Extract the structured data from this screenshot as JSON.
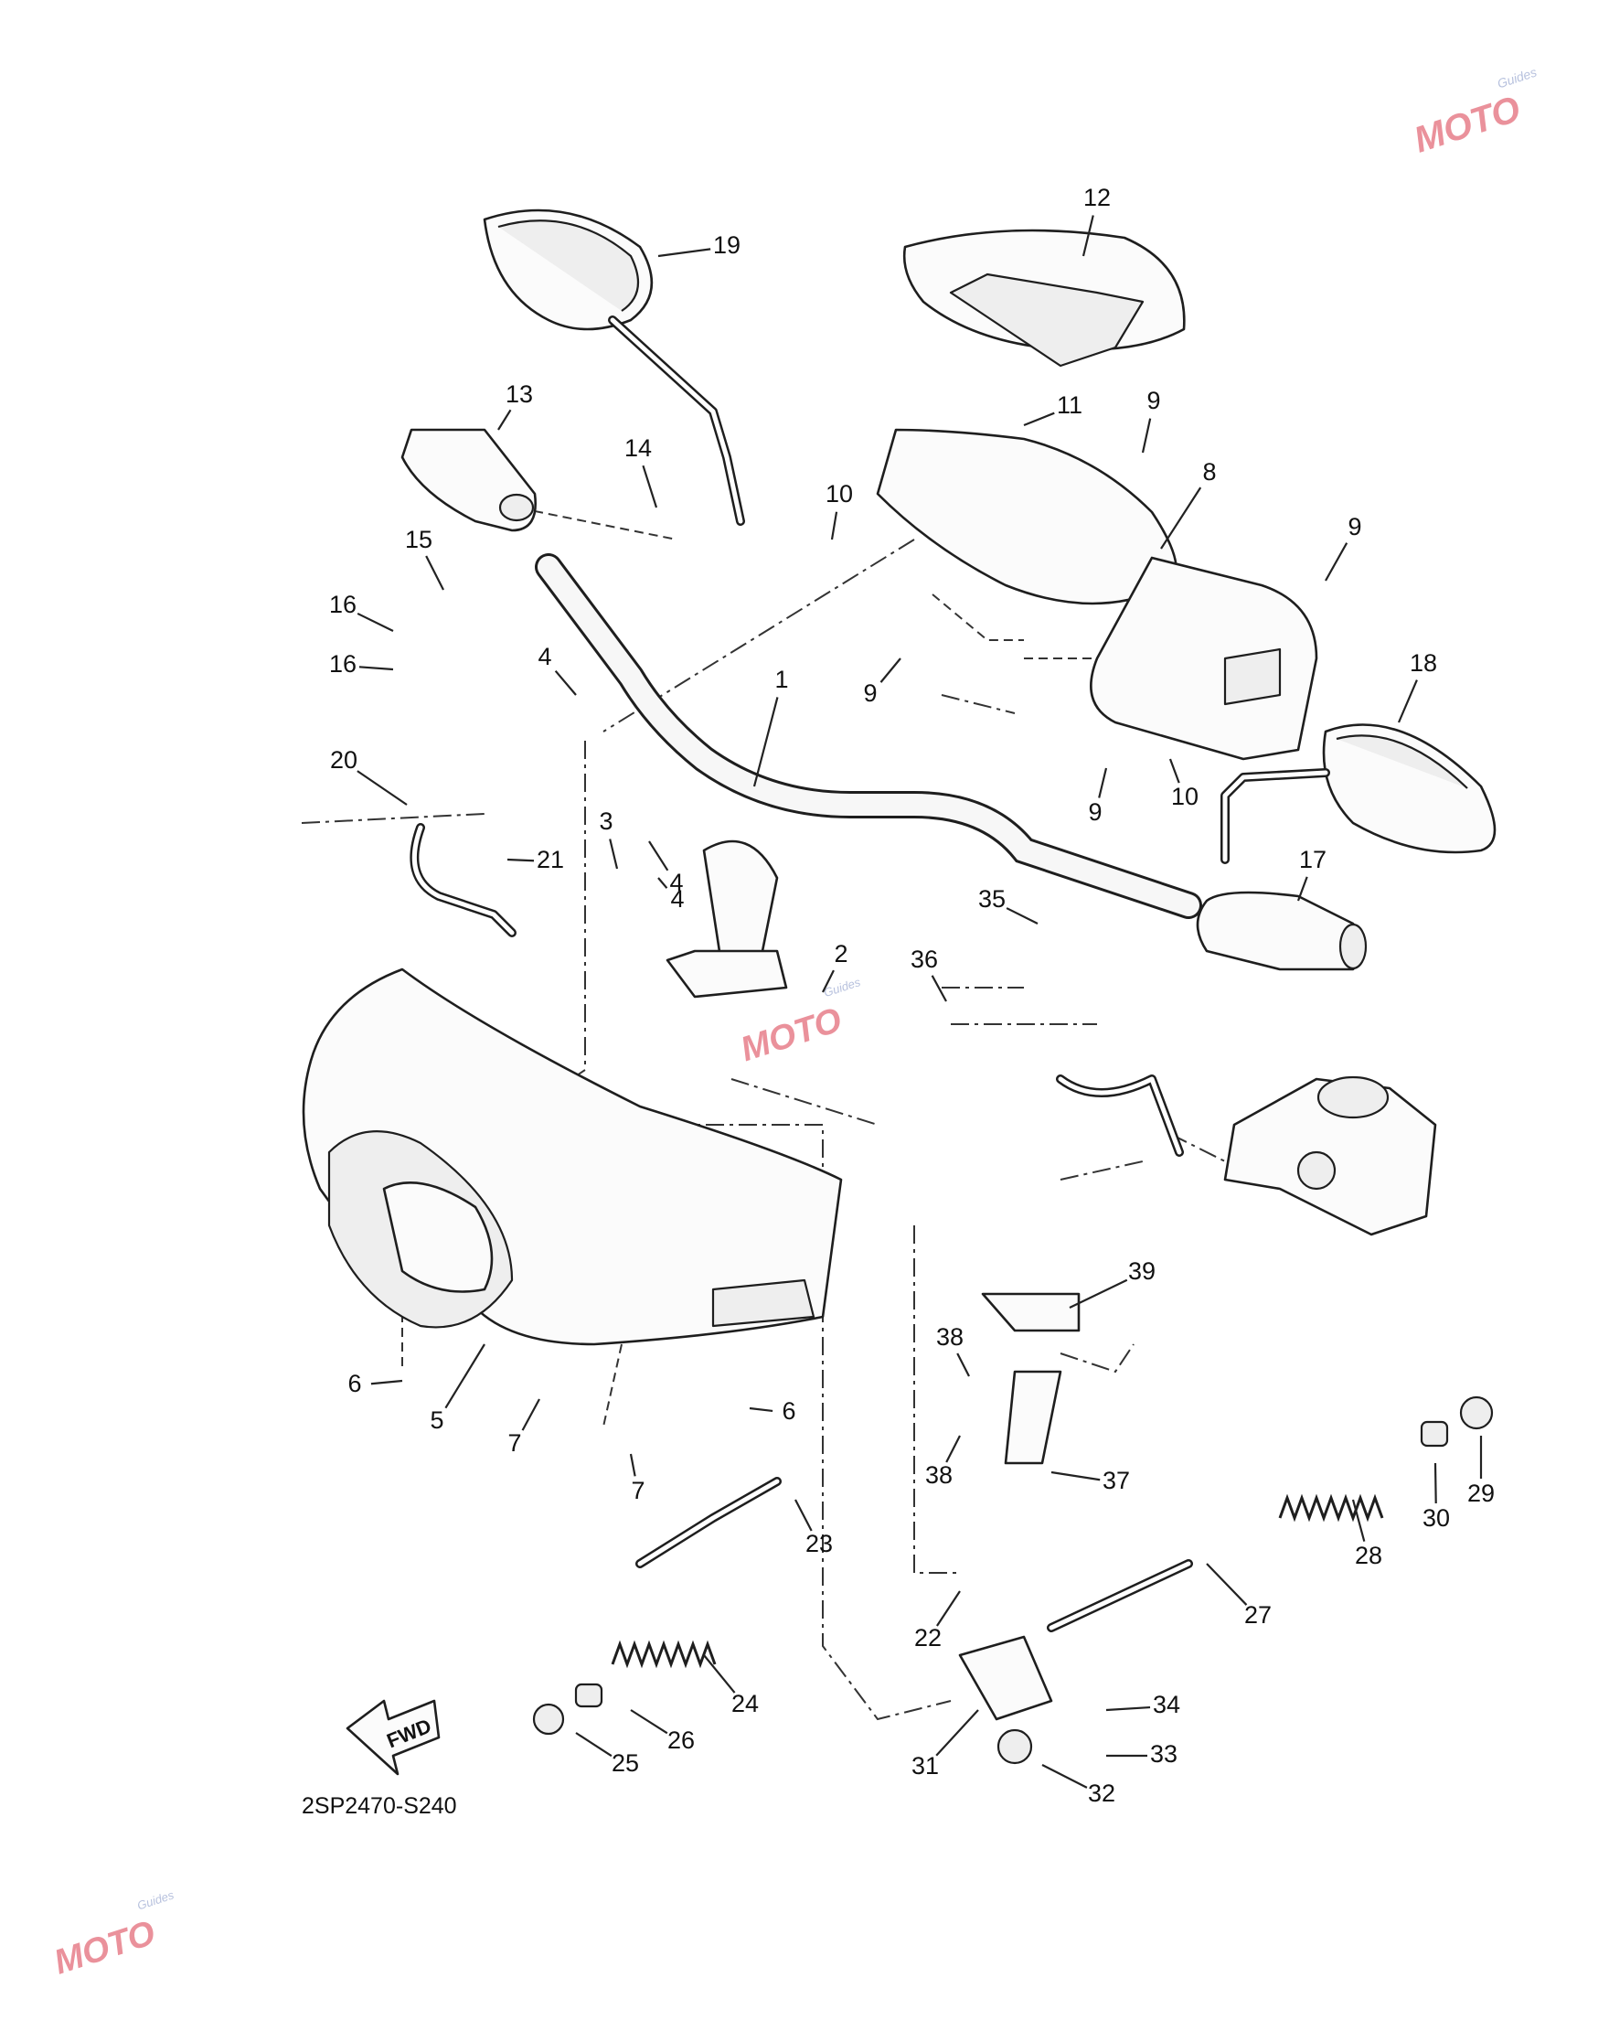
{
  "diagram": {
    "code": "2SP2470-S240",
    "arrow_text": "FWD",
    "watermark": {
      "main": "MOTO",
      "sub": "Guides"
    },
    "callouts": [
      "1",
      "2",
      "3",
      "4",
      "4",
      "4",
      "5",
      "6",
      "6",
      "7",
      "7",
      "8",
      "9",
      "9",
      "9",
      "9",
      "10",
      "10",
      "11",
      "12",
      "13",
      "14",
      "15",
      "16",
      "16",
      "17",
      "18",
      "19",
      "20",
      "21",
      "22",
      "23",
      "24",
      "25",
      "26",
      "27",
      "28",
      "29",
      "30",
      "31",
      "32",
      "33",
      "34",
      "35",
      "36",
      "37",
      "38",
      "38",
      "39"
    ]
  }
}
